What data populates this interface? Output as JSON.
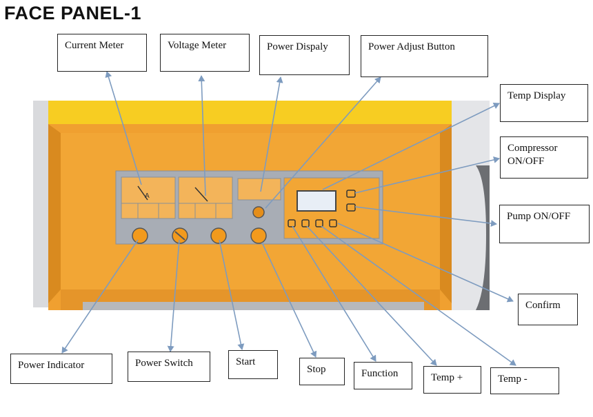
{
  "title": "FACE PANEL-1",
  "panel_face_text": "A",
  "colors": {
    "cabinet": "#f0a030",
    "cabinet_top": "#f7cd22",
    "faceplate": "#a8adb5",
    "arrow": "#7d9bbf",
    "knob": "#f29a1d"
  },
  "labels": {
    "current_meter": "Current Meter",
    "voltage_meter": "Voltage Meter",
    "power_display": "Power Dispaly",
    "power_adjust_button": "Power Adjust Button",
    "temp_display": "Temp Display",
    "compressor": "Compressor ON/OFF",
    "pump": "Pump ON/OFF",
    "confirm": "Confirm",
    "power_indicator": "Power Indicator",
    "power_switch": "Power Switch",
    "start": "Start",
    "stop": "Stop",
    "function": "Function",
    "temp_plus": "Temp +",
    "temp_minus": "Temp -"
  }
}
